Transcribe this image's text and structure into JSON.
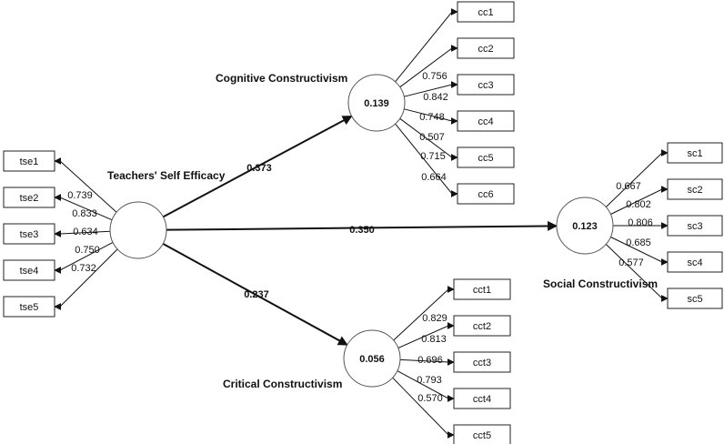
{
  "constructs": {
    "tse": {
      "name": "Teachers' Self Efficacy",
      "r2": ""
    },
    "cc": {
      "name": "Cognitive Constructivism",
      "r2": "0.139"
    },
    "sc": {
      "name": "Social Constructivism",
      "r2": "0.123"
    },
    "cct": {
      "name": "Critical Constructivism",
      "r2": "0.056"
    }
  },
  "paths": [
    {
      "from": "tse",
      "to": "cc",
      "coef": "0.373"
    },
    {
      "from": "tse",
      "to": "sc",
      "coef": "0.350"
    },
    {
      "from": "tse",
      "to": "cct",
      "coef": "0.237"
    }
  ],
  "indicators": {
    "tse": [
      {
        "label": "tse1",
        "loading": "0.739"
      },
      {
        "label": "tse2",
        "loading": "0.833"
      },
      {
        "label": "tse3",
        "loading": "0.634"
      },
      {
        "label": "tse4",
        "loading": "0.750"
      },
      {
        "label": "tse5",
        "loading": "0.732"
      }
    ],
    "cc": [
      {
        "label": "cc1",
        "loading": "0.756"
      },
      {
        "label": "cc2",
        "loading": "0.842"
      },
      {
        "label": "cc3",
        "loading": "0.748"
      },
      {
        "label": "cc4",
        "loading": "0.507"
      },
      {
        "label": "cc5",
        "loading": "0.715"
      },
      {
        "label": "cc6",
        "loading": "0.664"
      }
    ],
    "sc": [
      {
        "label": "sc1",
        "loading": "0.667"
      },
      {
        "label": "sc2",
        "loading": "0.802"
      },
      {
        "label": "sc3",
        "loading": "0.806"
      },
      {
        "label": "sc4",
        "loading": "0.685"
      },
      {
        "label": "sc5",
        "loading": "0.577"
      }
    ],
    "cct": [
      {
        "label": "cct1",
        "loading": "0.829"
      },
      {
        "label": "cct2",
        "loading": "0.813"
      },
      {
        "label": "cct3",
        "loading": "0.696"
      },
      {
        "label": "cct4",
        "loading": "0.793"
      },
      {
        "label": "cct5",
        "loading": "0.570"
      }
    ]
  }
}
